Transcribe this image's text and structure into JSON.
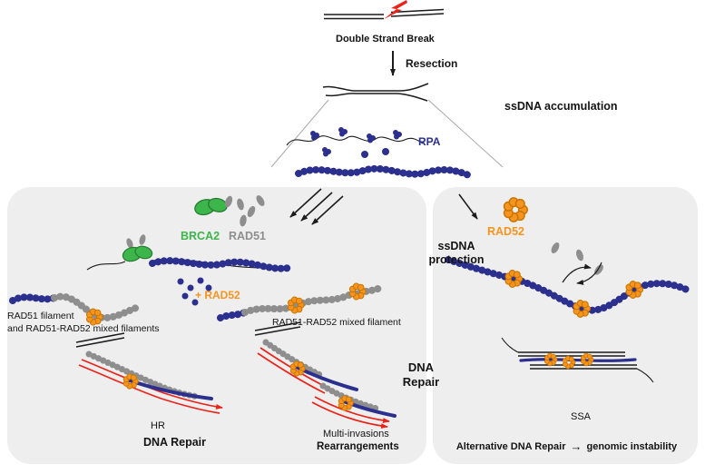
{
  "top": {
    "dsb_label": "Double Strand Break",
    "resection_label": "Resection",
    "ssdna_accumulation_label": "ssDNA accumulation",
    "rpa_label": "RPA"
  },
  "middle": {
    "ssdna_protection_line1": "ssDNA",
    "ssdna_protection_line2": "protection",
    "dna_repair_line1": "DNA",
    "dna_repair_line2": "Repair"
  },
  "left_panel": {
    "brca2_label": "BRCA2",
    "rad51_label": "RAD51",
    "plus_rad52_label": "+ RAD52",
    "filament_caption_line1": "RAD51 filament",
    "filament_caption_line2": "and RAD51-RAD52 mixed filaments",
    "mixed_filament_caption": "RAD51-RAD52 mixed filament",
    "hr_label": "HR",
    "dna_repair_label": "DNA Repair",
    "multi_invasions_label": "Multi-invasions",
    "rearrangements_label": "Rearrangements"
  },
  "right_panel": {
    "rad52_label": "RAD52",
    "ssa_label": "SSA",
    "alt_repair_label": "Alternative DNA Repair",
    "arrow_glyph": "→",
    "genomic_instability_label": "genomic instability"
  },
  "colors": {
    "dna_rpa_blue": "#2b2f8e",
    "rad51_gray": "#8e8e8e",
    "rad52_orange": "#f7941d",
    "brca2_green": "#3cb54a",
    "break_red": "#e8231a",
    "panel_background": "#eeeeee"
  }
}
